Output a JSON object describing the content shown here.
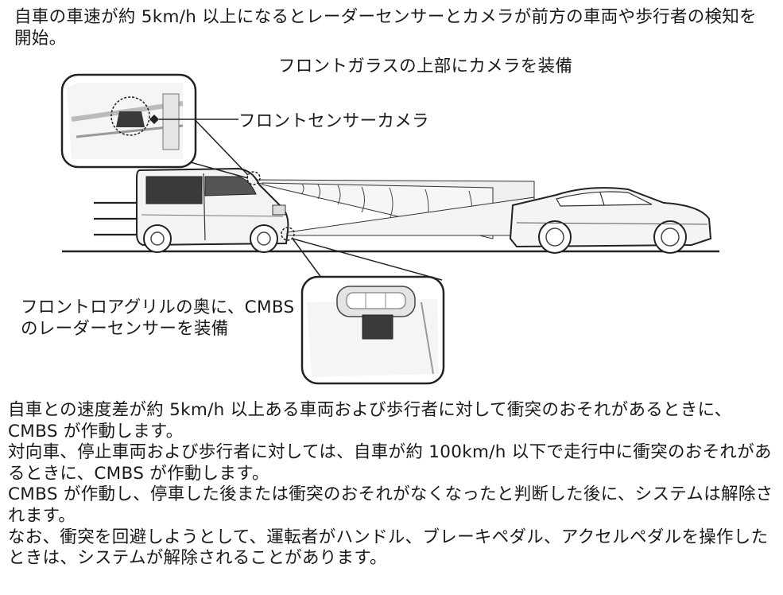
{
  "intro": "自車の車速が約 5km/h 以上になるとレーダーセンサーとカメラが前方の車両や歩行者の検知を開始。",
  "labels": {
    "windshield_camera": "フロントガラスの上部にカメラを装備",
    "front_sensor_camera": "フロントセンサーカメラ",
    "radar_sensor": "フロントロアグリルの奥に、CMBS のレーダーセンサーを装備"
  },
  "paragraphs": [
    "自車との速度差が約 5km/h 以上ある車両および歩行者に対して衝突のおそれがあるときに、CMBS が作動します。",
    "対向車、停止車両および歩行者に対しては、自車が約 100km/h 以下で走行中に衝突のおそれがあるときに、CMBS が作動します。",
    "CMBS が作動し、停車した後または衝突のおそれがなくなったと判断した後に、システムは解除されます。",
    "なお、衝突を回避しようとして、運転者がハンドル、ブレーキペダル、アクセルペダルを操作したときは、システムが解除されることがあります。"
  ],
  "colors": {
    "ink": "#1a1a1a",
    "line": "#222222",
    "fill_light": "#f2f2f2",
    "fill_mid": "#d9d9d9",
    "fill_dark": "#3a3a3a"
  }
}
